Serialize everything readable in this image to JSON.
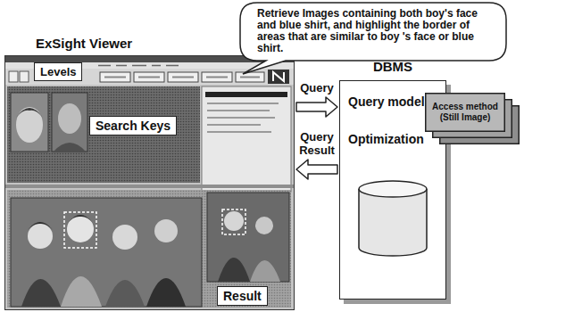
{
  "diagram": {
    "nodes": [
      {
        "text": [
          "Retrieve Images containing both boy's face and blue shirt, and highlight the border of areas that are similar to boy 's face or blue shirt."
        ]
      },
      {
        "text": [
          "ExSight Viewer"
        ]
      },
      {
        "text": [
          "Levels"
        ],
        "in": 1
      },
      {
        "text": [
          "Search Keys"
        ],
        "in": 1
      },
      {
        "text": [
          "Result"
        ],
        "in": 1
      },
      {
        "text": [
          "DBMS",
          "Query model",
          "Optimization"
        ]
      },
      {
        "text": [
          "Access method (Still Image)"
        ]
      }
    ],
    "edges": [
      {
        "from": 1,
        "to": 5,
        "arrow": "to",
        "label": "Query"
      },
      {
        "from": 5,
        "to": 1,
        "arrow": "to",
        "label": "Query Result"
      }
    ]
  }
}
